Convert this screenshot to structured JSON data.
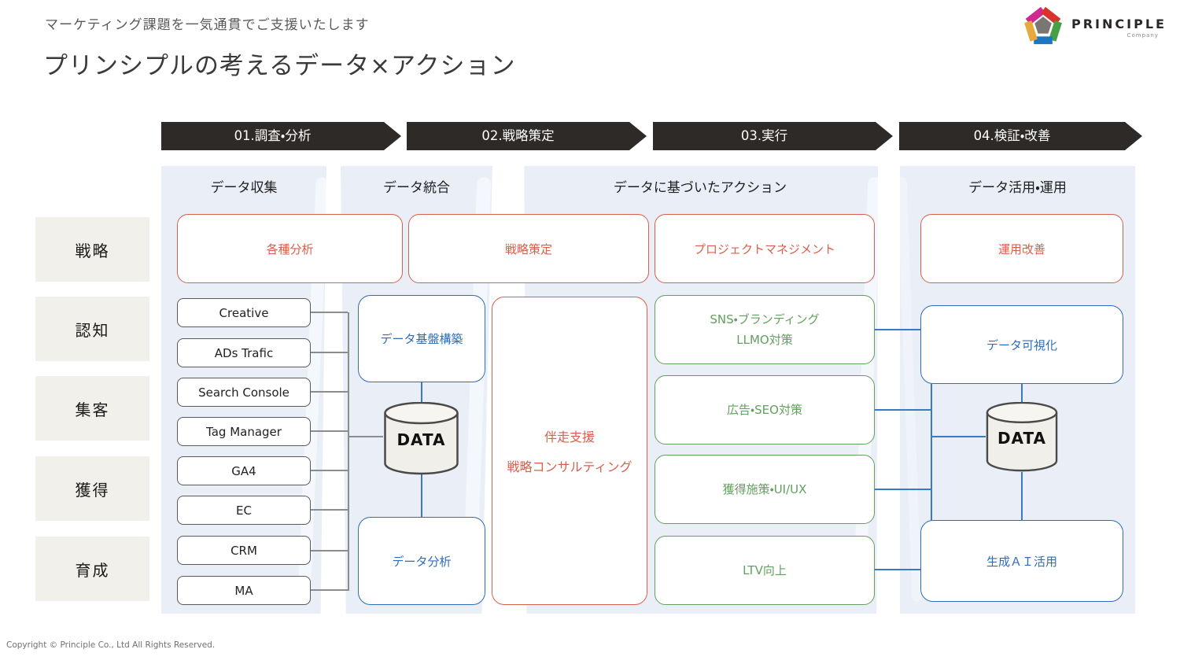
{
  "page": {
    "subtitle": "マーケティング課題を一気通貫でご支援いたします",
    "title": "プリンシプルの考えるデータ×アクション",
    "copyright": "Copyright © Principle Co., Ltd All Rights Reserved."
  },
  "logo": {
    "brand": "PRINCIPLE",
    "tagline": "Company"
  },
  "steps": [
    {
      "label": "01.調査・分析"
    },
    {
      "label": "02.戦略策定"
    },
    {
      "label": "03.実行"
    },
    {
      "label": "04.検証・改善"
    }
  ],
  "columns": [
    {
      "header": "データ収集"
    },
    {
      "header": "データ統合"
    },
    {
      "header": "データに基づいたアクション"
    },
    {
      "header": "データ活用・運用"
    }
  ],
  "funnel_rows": [
    {
      "label": "戦略"
    },
    {
      "label": "認知"
    },
    {
      "label": "集客"
    },
    {
      "label": "獲得"
    },
    {
      "label": "育成"
    }
  ],
  "strategy_row": [
    {
      "label": "各種分析"
    },
    {
      "label": "戦略策定"
    },
    {
      "label": "プロジェクトマネジメント"
    },
    {
      "label": "運用改善"
    }
  ],
  "data_sources": [
    {
      "label": "Creative"
    },
    {
      "label": "ADs Trafic"
    },
    {
      "label": "Search Console"
    },
    {
      "label": "Tag Manager"
    },
    {
      "label": "GA4"
    },
    {
      "label": "EC"
    },
    {
      "label": "CRM"
    },
    {
      "label": "MA"
    }
  ],
  "integration": {
    "platform": "データ基盤構築",
    "database": "DATA",
    "analysis": "データ分析"
  },
  "consulting": {
    "line1": "伴走支援",
    "line2": "戦略コンサルティング"
  },
  "actions": [
    {
      "line1": "SNS・ブランディング",
      "line2": "LLMO対策"
    },
    {
      "line1": "広告・SEO対策",
      "line2": ""
    },
    {
      "line1": "獲得施策・UI/UX",
      "line2": ""
    },
    {
      "line1": "LTV向上",
      "line2": ""
    }
  ],
  "utilization": {
    "visualization": "データ可視化",
    "database": "DATA",
    "generative_ai": "生成ＡＩ活用"
  },
  "colors": {
    "step_bg": "#2e2a27",
    "panel_bg": "#e9eef7",
    "row_label_bg": "#f2f0eb",
    "accent_red": "#d95f4c",
    "accent_green": "#61a05e",
    "accent_blue": "#2e6db8",
    "connector_gray": "#8c8c8c",
    "connector_blue": "#3a79c3"
  }
}
